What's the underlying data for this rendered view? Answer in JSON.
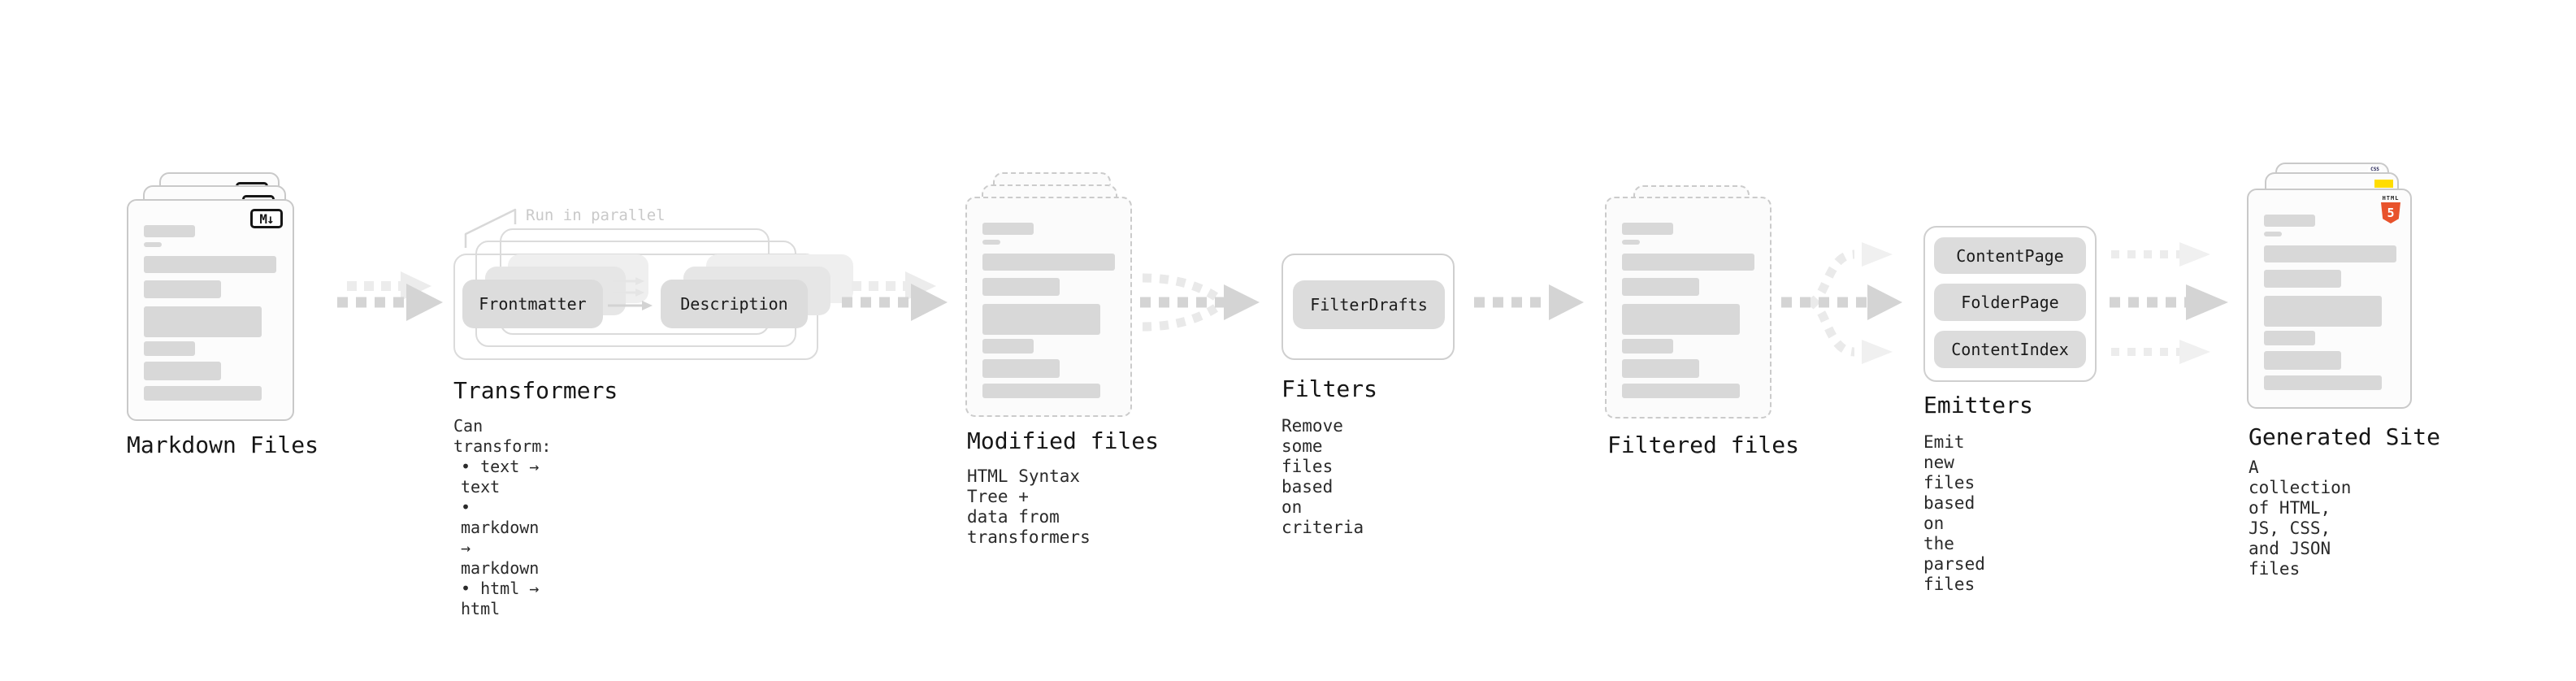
{
  "markdown_files": {
    "title": "Markdown Files",
    "badge": "M↓"
  },
  "transformers": {
    "title": "Transformers",
    "note": "Run in parallel",
    "nodes": [
      "Frontmatter",
      "Description"
    ],
    "desc_heading": "Can transform:",
    "desc_items": [
      "• text → text",
      "• markdown → markdown",
      "• html → html"
    ]
  },
  "modified_files": {
    "title": "Modified files",
    "subtitle": "HTML Syntax Tree +\ndata from transformers"
  },
  "filters": {
    "title": "Filters",
    "nodes": [
      "FilterDrafts"
    ],
    "subtitle": "Remove some files based\non criteria"
  },
  "filtered_files": {
    "title": "Filtered files"
  },
  "emitters": {
    "title": "Emitters",
    "nodes": [
      "ContentPage",
      "FolderPage",
      "ContentIndex"
    ],
    "subtitle": "Emit new files based on\nthe parsed files"
  },
  "generated_site": {
    "title": "Generated Site",
    "subtitle": "A collection of HTML,\nJS, CSS, and JSON files",
    "css_badge": "CSS",
    "html_badge": {
      "label": "HTML",
      "number": "5"
    }
  },
  "colors": {
    "card_border": "#c9c9c9",
    "node_fill": "#dcdcdc",
    "arrow_dark": "#d4d4d4",
    "arrow_light": "#ececec",
    "js_yellow": "#ffdd00",
    "css_blue": "#2b63f0",
    "html_orange": "#e8532c"
  }
}
